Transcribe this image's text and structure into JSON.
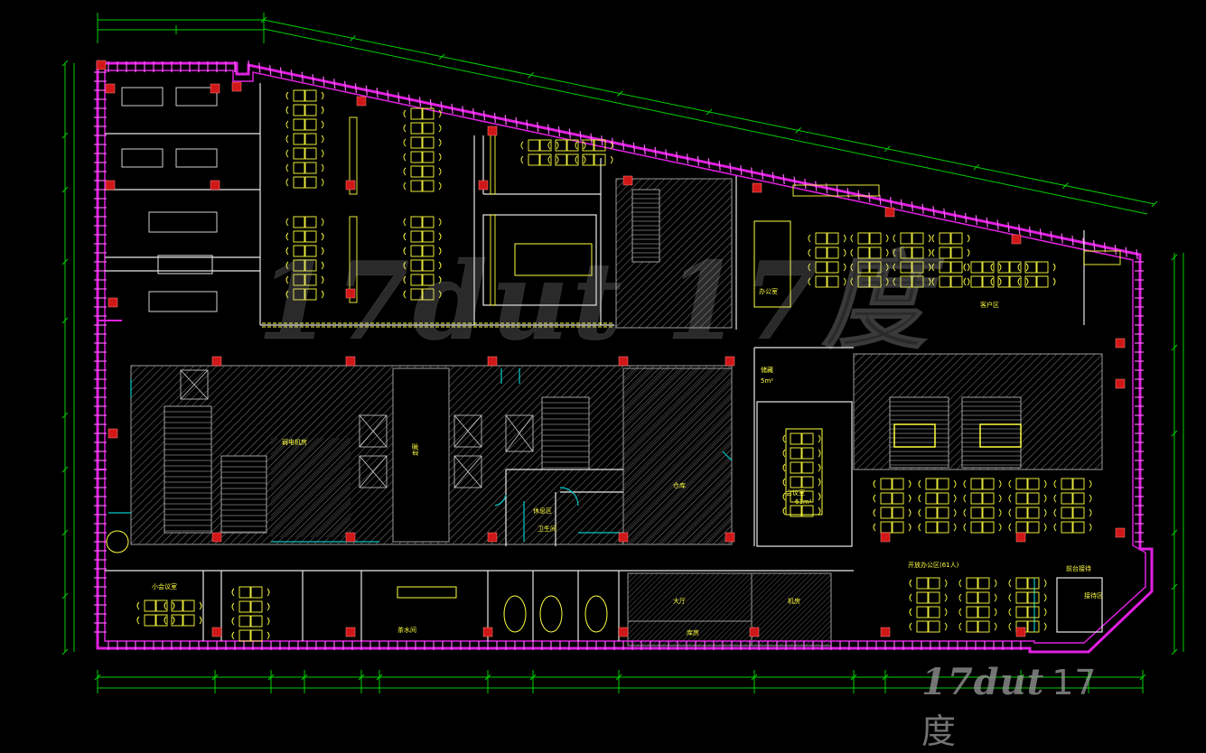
{
  "drawing": {
    "colors": {
      "background": "#000000",
      "walls": "#e020e0",
      "dimension_lines": "#00e000",
      "furniture": "#ffff40",
      "hatch": "#8a8a8a",
      "columns": "#e02020",
      "accent": "#00c8c8"
    }
  },
  "room_labels": {
    "data_room": "弱电机房",
    "corridor": "走廊",
    "storage": "仓库",
    "lounge": "休息区",
    "conference_area": "会议室",
    "conference_size": "61m²",
    "small_room": "储藏",
    "small_room_size": "5m²",
    "open_office": "开放办公区(61人)",
    "reception": "前台接待",
    "reception_sub": "接待区",
    "meeting_small": "小会议室",
    "tea_room": "茶水间",
    "office_a": "办公室",
    "hall": "大厅",
    "room_b": "机房",
    "room_c": "库房",
    "restroom": "卫生间",
    "client_area": "客户区"
  },
  "watermark": {
    "main": "17dut 17度",
    "corner_latin": "17dut",
    "corner_cn": "17度"
  }
}
